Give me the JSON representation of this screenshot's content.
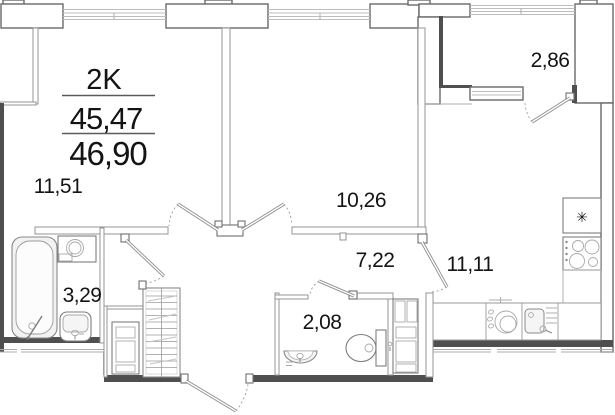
{
  "title_block": {
    "type": "2K",
    "area_total": "45,47",
    "area_final": "46,90"
  },
  "rooms": {
    "room1": {
      "area": "11,51"
    },
    "room2": {
      "area": "10,26"
    },
    "balcony": {
      "area": "2,86"
    },
    "hallway": {
      "area": "7,22"
    },
    "kitchen": {
      "area": "11,11"
    },
    "bathroom": {
      "area": "3,29"
    },
    "wc": {
      "area": "2,08"
    }
  },
  "icons": {
    "fridge_snowflake": "✳"
  },
  "colors": {
    "background": "#ffffff",
    "wall_dark": "#4f4f4f",
    "wall_outline": "#6a6a6a",
    "partition": "#949494",
    "window": "#bdbdbd",
    "fixture": "#7d7d7d",
    "text": "#141414"
  }
}
